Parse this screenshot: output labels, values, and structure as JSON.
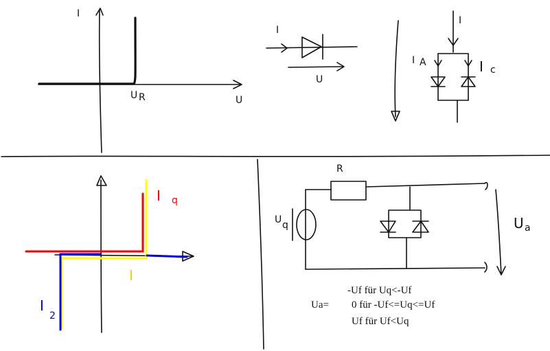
{
  "diagram": {
    "q1": {
      "label_i": "I",
      "label_u": "U",
      "label_ur": "U",
      "label_ur_sub": "R"
    },
    "q2": {
      "label_i": "I",
      "label_u": "U"
    },
    "q3": {
      "label_i": "I",
      "label_ia": "I",
      "label_ia_sub": "A",
      "label_ic": "I",
      "label_ic_sub": "c"
    },
    "q4": {
      "label_iq": "I",
      "label_iq_sub": "q",
      "label_i": "I",
      "label_i2": "I",
      "label_i2_sub": "2"
    },
    "q5": {
      "label_r": "R",
      "label_uq": "U",
      "label_uq_sub": "q",
      "label_ua": "U",
      "label_ua_sub": "a"
    },
    "formula": {
      "lhs": "Ua=",
      "row1": "-Uf für Uq<-Uf",
      "row2": "0 für -Uf<=Uq<=Uf",
      "row3": "Uf für Uf<Uq"
    },
    "colors": {
      "ink": "#111111",
      "red": "#ff0000",
      "yellow": "#ffff00",
      "blue": "#0000ff"
    }
  }
}
